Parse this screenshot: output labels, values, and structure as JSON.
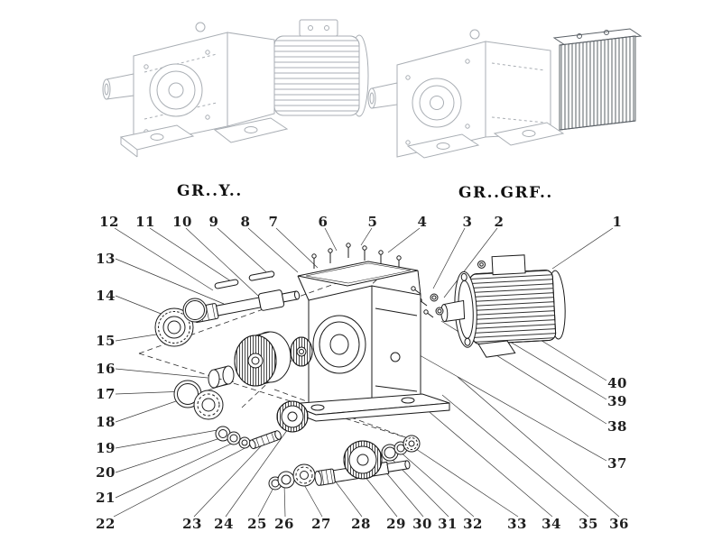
{
  "page": {
    "background": "#ffffff",
    "line_color": "#1b1b1b",
    "faded_line_color": "#a9aeb4"
  },
  "titles": {
    "left": "GR..Y..",
    "right": "GR..GRF.."
  },
  "callouts": {
    "top": [
      "12",
      "11",
      "10",
      "9",
      "8",
      "7",
      "6",
      "5",
      "4",
      "3",
      "2",
      "1"
    ],
    "left": [
      "13",
      "14",
      "15",
      "16",
      "17",
      "18",
      "19",
      "20",
      "21",
      "22"
    ],
    "bottom": [
      "23",
      "24",
      "25",
      "26",
      "27",
      "28",
      "29",
      "30",
      "31",
      "32",
      "33",
      "34",
      "35",
      "36"
    ],
    "right": [
      "40",
      "39",
      "38",
      "37"
    ]
  }
}
